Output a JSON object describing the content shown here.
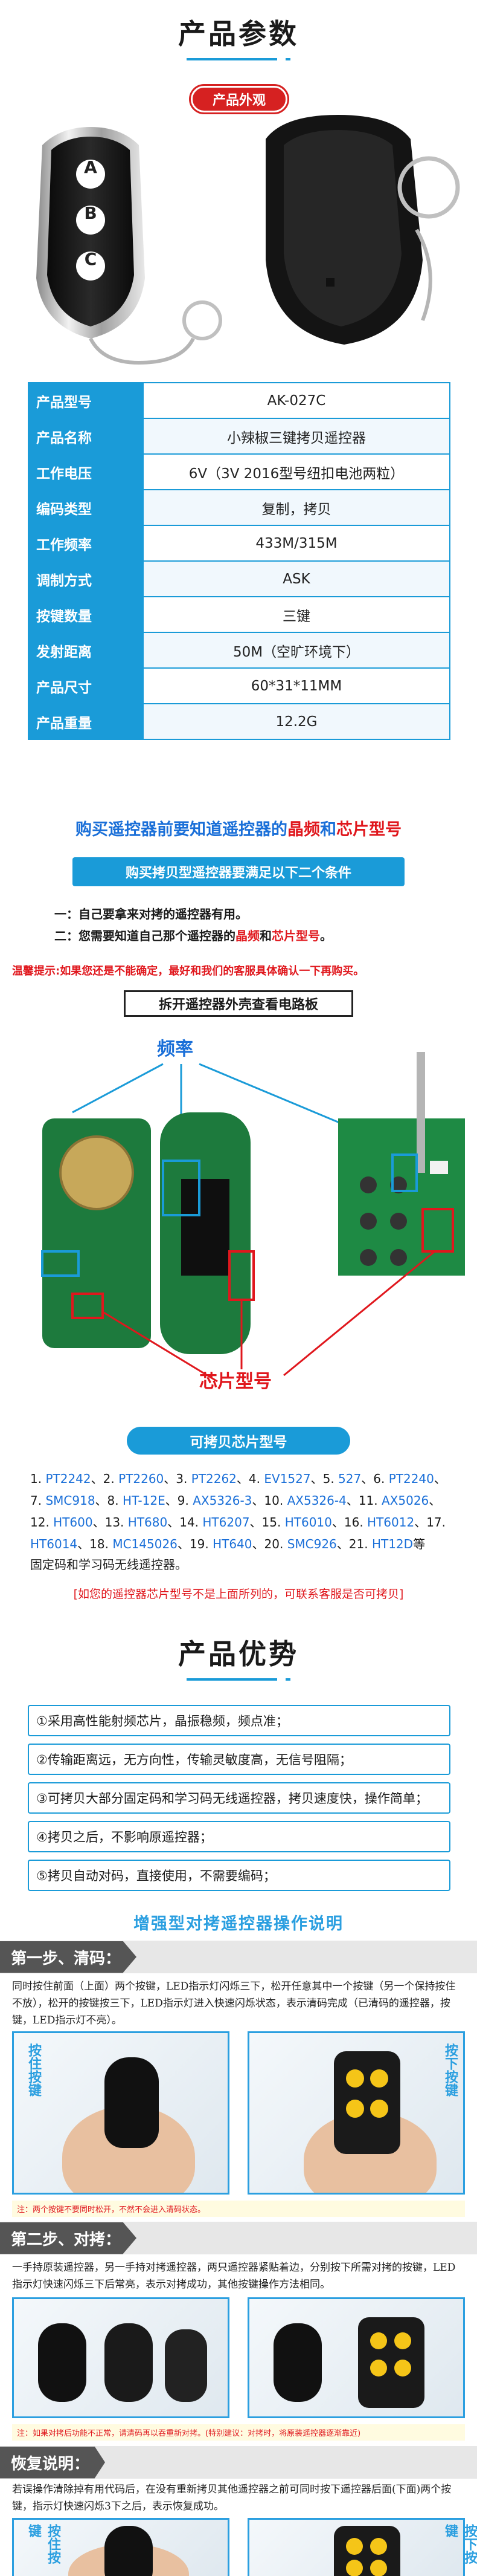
{
  "params": {
    "title": "产品参数",
    "photo_badge": "产品外观",
    "rows": [
      {
        "k": "产品型号",
        "v": "AK-027C"
      },
      {
        "k": "产品名称",
        "v": "小辣椒三键拷贝遥控器"
      },
      {
        "k": "工作电压",
        "v": "6V（3V 2016型号纽扣电池两粒）"
      },
      {
        "k": "编码类型",
        "v": "复制，拷贝"
      },
      {
        "k": "工作频率",
        "v": "433M/315M"
      },
      {
        "k": "调制方式",
        "v": "ASK"
      },
      {
        "k": "按键数量",
        "v": "三键"
      },
      {
        "k": "发射距离",
        "v": "50M（空旷环境下）"
      },
      {
        "k": "产品尺寸",
        "v": "60*31*11MM"
      },
      {
        "k": "产品重量",
        "v": "12.2G"
      }
    ],
    "keys": [
      "A",
      "B",
      "C"
    ]
  },
  "buy": {
    "headline_a": "购买遥控器前要知道遥控器的",
    "headline_b": "晶频",
    "headline_c": "和",
    "headline_d": "芯片型号",
    "banner": "购买拷贝型遥控器要满足以下二个条件",
    "cond1": "一：自己要拿来对拷的遥控器有用。",
    "cond2_a": "二：您需要知道自己那个遥控器的",
    "cond2_b": "晶频",
    "cond2_c": "和",
    "cond2_d": "芯片型号",
    "cond2_e": "。",
    "warm_label": "温馨提示:",
    "warm_text": "如果您还是不能确定，最好和我们的客服具体确认一下再购买。",
    "open_box": "拆开遥控器外壳查看电路板",
    "freq_label": "频率",
    "chip_label": "芯片型号",
    "chip_banner": "可拷贝芯片型号",
    "chip_items": [
      "1. ",
      "PT2242",
      "、2. ",
      "PT2260",
      "、3. ",
      "PT2262",
      "、4. ",
      "EV1527",
      "、5. ",
      "527",
      "、6. ",
      "PT2240",
      "、",
      "7. ",
      "SMC918",
      "、8. ",
      "HT-12E",
      "、9. ",
      "AX5326-3",
      "、10. ",
      "AX5326-4",
      "、11. ",
      "AX5026",
      "、",
      "12. ",
      "HT600",
      "、13. ",
      "HT680",
      "、14. ",
      "HT6207",
      "、15. ",
      "HT6010",
      "、16. ",
      "HT6012",
      "、",
      "17. ",
      "HT6014",
      "、18. ",
      "MC145026",
      "、19. ",
      "HT640",
      "、20. ",
      "SMC926",
      "、21. ",
      "HT12D",
      "等"
    ],
    "chip_tail": "固定码和学习码无线遥控器。",
    "not_listed": "[如您的遥控器芯片型号不是上面所列的，可联系客服是否可拷贝]"
  },
  "advantages": {
    "title": "产品优势",
    "items": [
      "①采用高性能射频芯片，晶振稳频，频点准；",
      "②传输距离远，无方向性，传输灵敏度高，无信号阻隔；",
      "③可拷贝大部分固定码和学习码无线遥控器，拷贝速度快，操作简单；",
      "④拷贝之后，不影响原遥控器；",
      "⑤拷贝自动对码，直接使用，不需要编码；"
    ]
  },
  "guide": {
    "title": "增强型对拷遥控器操作说明",
    "step1_label": "第一步、清码：",
    "step1_text": "同时按住前面（上面）两个按键，LED指示灯闪烁三下，松开任意其中一个按键（另一个保持按住不放），松开的按键按三下，LED指示灯进入快速闪烁状态，表示清码完成（已清码的遥控器，按键，LED指示灯不亮）。",
    "step1_note": "注：两个按键不要同时松开，不然不会进入清码状态。",
    "step2_label": "第二步、对拷：",
    "step2_text": "一手持原装遥控器，另一手持对拷遥控器，两只遥控器紧贴着边，分别按下所需对拷的按键，LED指示灯快速闪烁三下后常亮，表示对拷成功，其他按键操作方法相同。",
    "step2_note": "注：如果对拷后功能不正常，请清码再以吞重新对拷。(特别建议：对拷时，将原装遥控器逐渐靠近)",
    "step3_label": "恢复说明：",
    "step3_text": "若误操作清除掉有用代码后，在没有重新拷贝其他遥控器之前可同时按下遥控器后面(下面)两个按键，指示灯快速闪烁3下之后，表示恢复成功。",
    "vlabel_hold": "按住按键",
    "vlabel_press": "按下按键"
  },
  "colors": {
    "accent": "#1a9bd8",
    "red": "#e0171d",
    "badge": "#d62121"
  }
}
